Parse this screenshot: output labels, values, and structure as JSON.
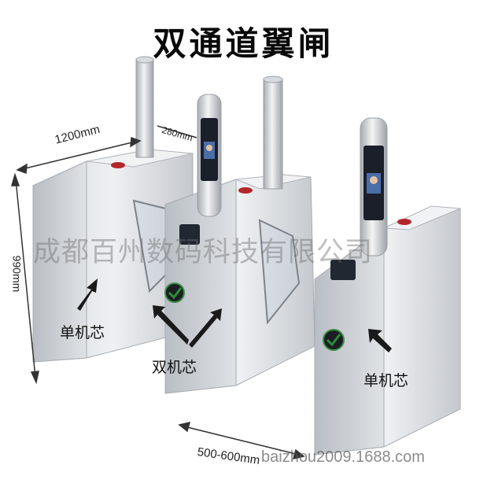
{
  "title": "双通道翼闸",
  "dimensions": {
    "width": "1200mm",
    "depth": "280mm",
    "height": "990mm",
    "gap": "500-600mm"
  },
  "labels": {
    "single_left": "单机芯",
    "double": "双机芯",
    "single_right": "单机芯"
  },
  "watermark": "成都百州数码科技有限公司",
  "url": "baizhou2009.1688.com",
  "colors": {
    "steel_light": "#e9ecef",
    "steel_mid": "#c9cdd2",
    "steel_dark": "#9aa0a6",
    "indicator_red": "#b3262a",
    "indicator_green": "#2e8b3a",
    "screen_dark": "#1b1f2a"
  }
}
